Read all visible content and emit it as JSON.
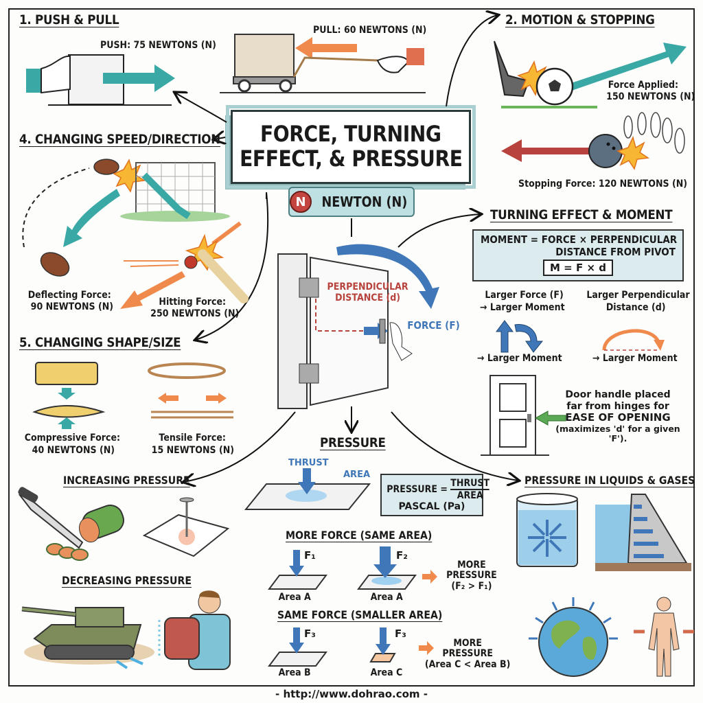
{
  "title": {
    "line1": "FORCE, TURNING",
    "line2": "EFFECT, & PRESSURE",
    "unit_badge_icon": "N",
    "unit_label": "NEWTON (N)"
  },
  "push_pull": {
    "heading": "1. PUSH & PULL",
    "push_label": "PUSH: 75 NEWTONS (N)",
    "pull_label": "PULL: 60 NEWTONS (N)"
  },
  "motion_stopping": {
    "heading": "2. MOTION & STOPPING",
    "applied_label_1": "Force Applied:",
    "applied_label_2": "150 NEWTONS (N)",
    "stopping_label": "Stopping Force: 120 NEWTONS (N)"
  },
  "speed_direction": {
    "heading": "4. CHANGING SPEED/DIRECTION",
    "deflect_label_1": "Deflecting Force:",
    "deflect_label_2": "90 NEWTONS (N)",
    "hit_label_1": "Hitting Force:",
    "hit_label_2": "250 NEWTONS (N)"
  },
  "shape_size": {
    "heading": "5. CHANGING SHAPE/SIZE",
    "compress_label_1": "Compressive Force:",
    "compress_label_2": "40 NEWTONS (N)",
    "tensile_label_1": "Tensile Force:",
    "tensile_label_2": "15 NEWTONS (N)"
  },
  "door": {
    "perp_label_1": "PERPENDICULAR",
    "perp_label_2": "DISTANCE (d)",
    "force_label": "FORCE (F)"
  },
  "moment": {
    "heading": "TURNING EFFECT & MOMENT",
    "formula_line1": "MOMENT = FORCE × PERPENDICULAR",
    "formula_line2": "DISTANCE FROM PIVOT",
    "formula_short": "M = F × d",
    "left_label_1": "Larger Force (F)",
    "left_label_2": "→ Larger Moment",
    "left_result": "→ Larger Moment",
    "right_label_1": "Larger Perpendicular",
    "right_label_2": "Distance (d)",
    "right_result": "→ Larger Moment",
    "door_note_1": "Door handle placed",
    "door_note_2": "far from hinges for",
    "door_note_3": "EASE OF OPENING",
    "door_note_4": "(maximizes 'd' for a given 'F')."
  },
  "pressure": {
    "heading": "PRESSURE",
    "thrust_label": "THRUST",
    "area_label": "AREA",
    "formula_lhs": "PRESSURE =",
    "formula_num": "THRUST",
    "formula_den": "AREA",
    "unit": "PASCAL (Pa)",
    "more_force_heading": "MORE FORCE (SAME AREA)",
    "f1": "F₁",
    "f2": "F₂",
    "area_a1": "Area A",
    "area_a2": "Area A",
    "result1_line1": "MORE",
    "result1_line2": "PRESSURE",
    "result1_line3": "(F₂ > F₁)",
    "same_force_heading": "SAME FORCE (SMALLER AREA)",
    "f3a": "F₃",
    "f3b": "F₃",
    "area_b": "Area B",
    "area_c": "Area C",
    "result2_line1": "MORE",
    "result2_line2": "PRESSURE",
    "result2_line3": "(Area C < Area B)"
  },
  "increasing": {
    "heading": "INCREASING PRESSURE"
  },
  "decreasing": {
    "heading": "DECREASING PRESSURE"
  },
  "liquids_gases": {
    "heading": "PRESSURE IN LIQUIDS & GASES"
  },
  "footer": "- http://www.dohrao.com -",
  "colors": {
    "teal": "#3aa9a6",
    "orange": "#ef8a4c",
    "blue": "#3f77b8",
    "red": "#b8433d",
    "panel": "#dcecee",
    "badge": "#bfe0e2"
  }
}
